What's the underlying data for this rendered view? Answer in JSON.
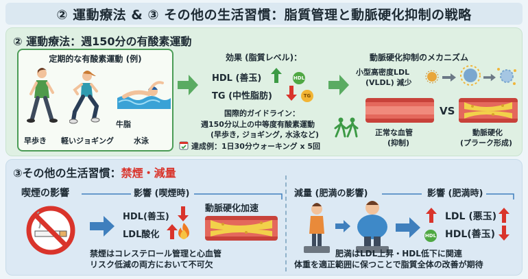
{
  "title": "② 運動療法 & ③ その他の生活習慣：脂質管理と動脈硬化抑制の戦略",
  "exercise": {
    "heading": "② 運動療法：週150分の有酸素運動",
    "examples_title": "定期的な有酸素運動 (例)",
    "walking": "早歩き",
    "jogging": "軽いジョギング",
    "swimming": "水泳",
    "swim_note": "牛脂",
    "effects_title": "効果 (脂質レベル)：",
    "hdl_label": "HDL (善玉)",
    "tg_label": "TG (中性脂肪)",
    "hdl_badge": "HDL",
    "tg_badge": "TG",
    "guideline_title": "国際的ガイドライン：",
    "guideline_line1": "週150分以上の中等度有酸素運動",
    "guideline_line2": "(早歩き, ジョギング, 水泳など)",
    "achievement": "達成例：1日30分ウォーキング x 5回",
    "mechanism_title": "動脈硬化抑制のメカニズム",
    "small_ldl_line1": "小型高密度LDL",
    "small_ldl_line2": "(VLDL) 減少",
    "vs": "VS",
    "normal_vessel_line1": "正常な血管",
    "normal_vessel_line2": "(抑制)",
    "atherosclerosis_line1": "動脈硬化",
    "atherosclerosis_line2": "(プラーク形成)"
  },
  "lifestyle": {
    "heading_prefix": "③その他の生活習慣：",
    "heading_accent": "禁煙・減量",
    "smoking_title": "喫煙の影響",
    "smoking_effect_title": "影響 (喫煙時)",
    "smoking_hdl": "HDL(善玉)",
    "smoking_ldl": "LDL酸化",
    "accelerate": "動脈硬化加速",
    "smoking_note_line1": "禁煙はコレステロール管理と心血管",
    "smoking_note_line2": "リスク低減の両方において不可欠",
    "weight_title": "減量 (肥満の影響)",
    "weight_effect_title": "影響 (肥満時)",
    "obesity_ldl": "LDL (悪玉)",
    "obesity_hdl": "HDL(善玉)",
    "hdl_badge": "HDL",
    "weight_note_line1": "肥満はLDL上昇・HDL低下に関連",
    "weight_note_line2": "体重を適正範囲に保つことで脂質全体の改善が期待"
  },
  "colors": {
    "up_green": "#3c9a45",
    "down_red": "#d9342b",
    "up_red": "#d9342b",
    "arrow_green": "#5aab62",
    "arrow_blue": "#3f7fbd"
  }
}
